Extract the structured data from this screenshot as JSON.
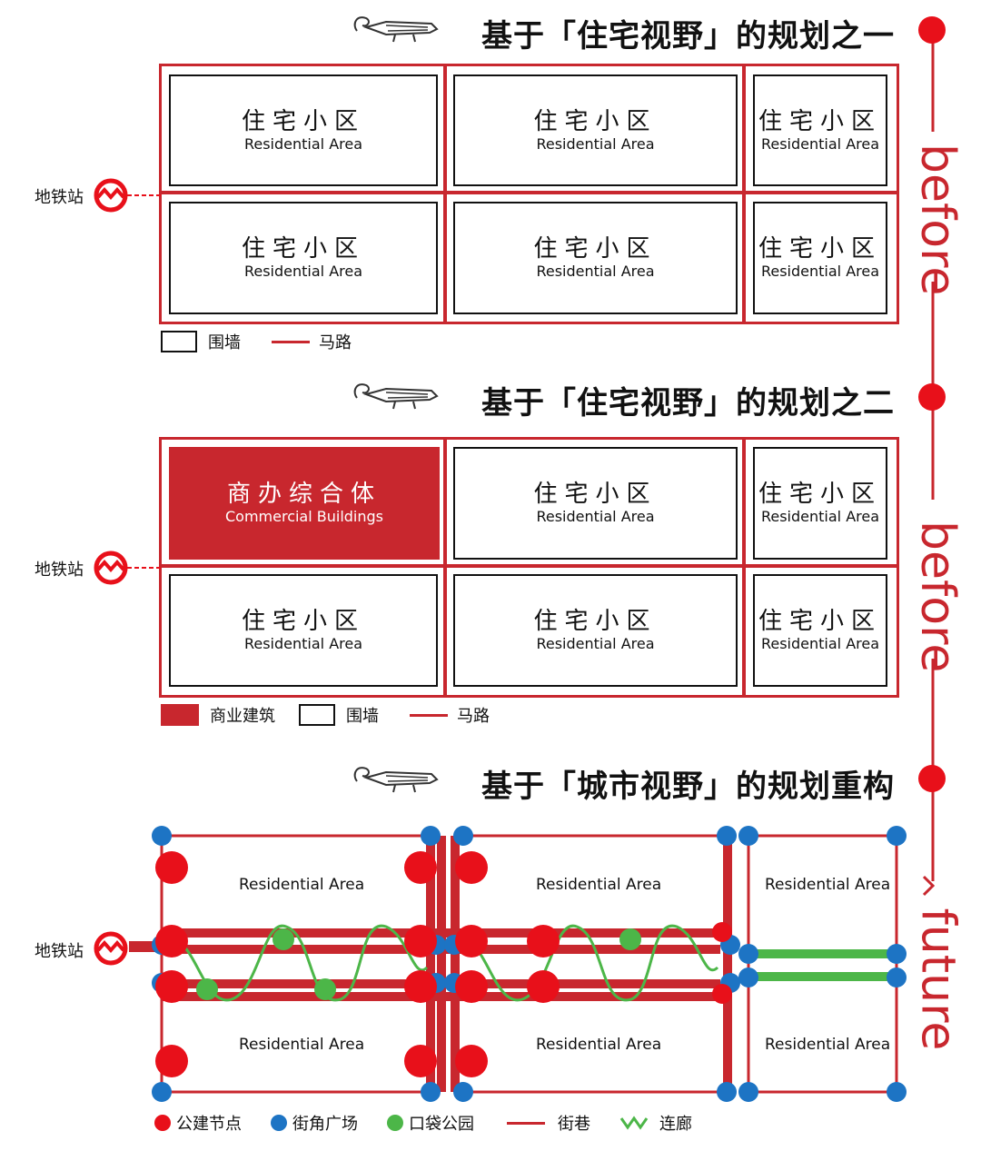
{
  "titles": {
    "t1": "基于「住宅视野」的规划之一",
    "t2": "基于「住宅视野」的规划之二",
    "t3": "基于「城市视野」的规划重构"
  },
  "side_words": {
    "w1": "before",
    "w2": "before",
    "w3": "future"
  },
  "metro_label": "地铁站",
  "residential": {
    "zh": "住宅小区",
    "en": "Residential Area"
  },
  "commercial": {
    "zh": "商办综合体",
    "en": "Commercial Buildings"
  },
  "legend1": {
    "wall": "围墙",
    "road": "马路"
  },
  "legend2": {
    "commercial": "商业建筑",
    "wall": "围墙",
    "road": "马路"
  },
  "legend3": {
    "public_node": "公建节点",
    "corner_plaza": "街角广场",
    "pocket_park": "口袋公园",
    "alley": "街巷",
    "corridor": "连廊"
  },
  "colors": {
    "accent_red": "#c8272e",
    "node_red": "#e8101a",
    "plaza_blue": "#1d74c4",
    "park_green": "#4cb648"
  },
  "icons": {
    "metro": "shanghai-metro-logo-icon",
    "crocodile": "crocodile-logo-icon"
  }
}
